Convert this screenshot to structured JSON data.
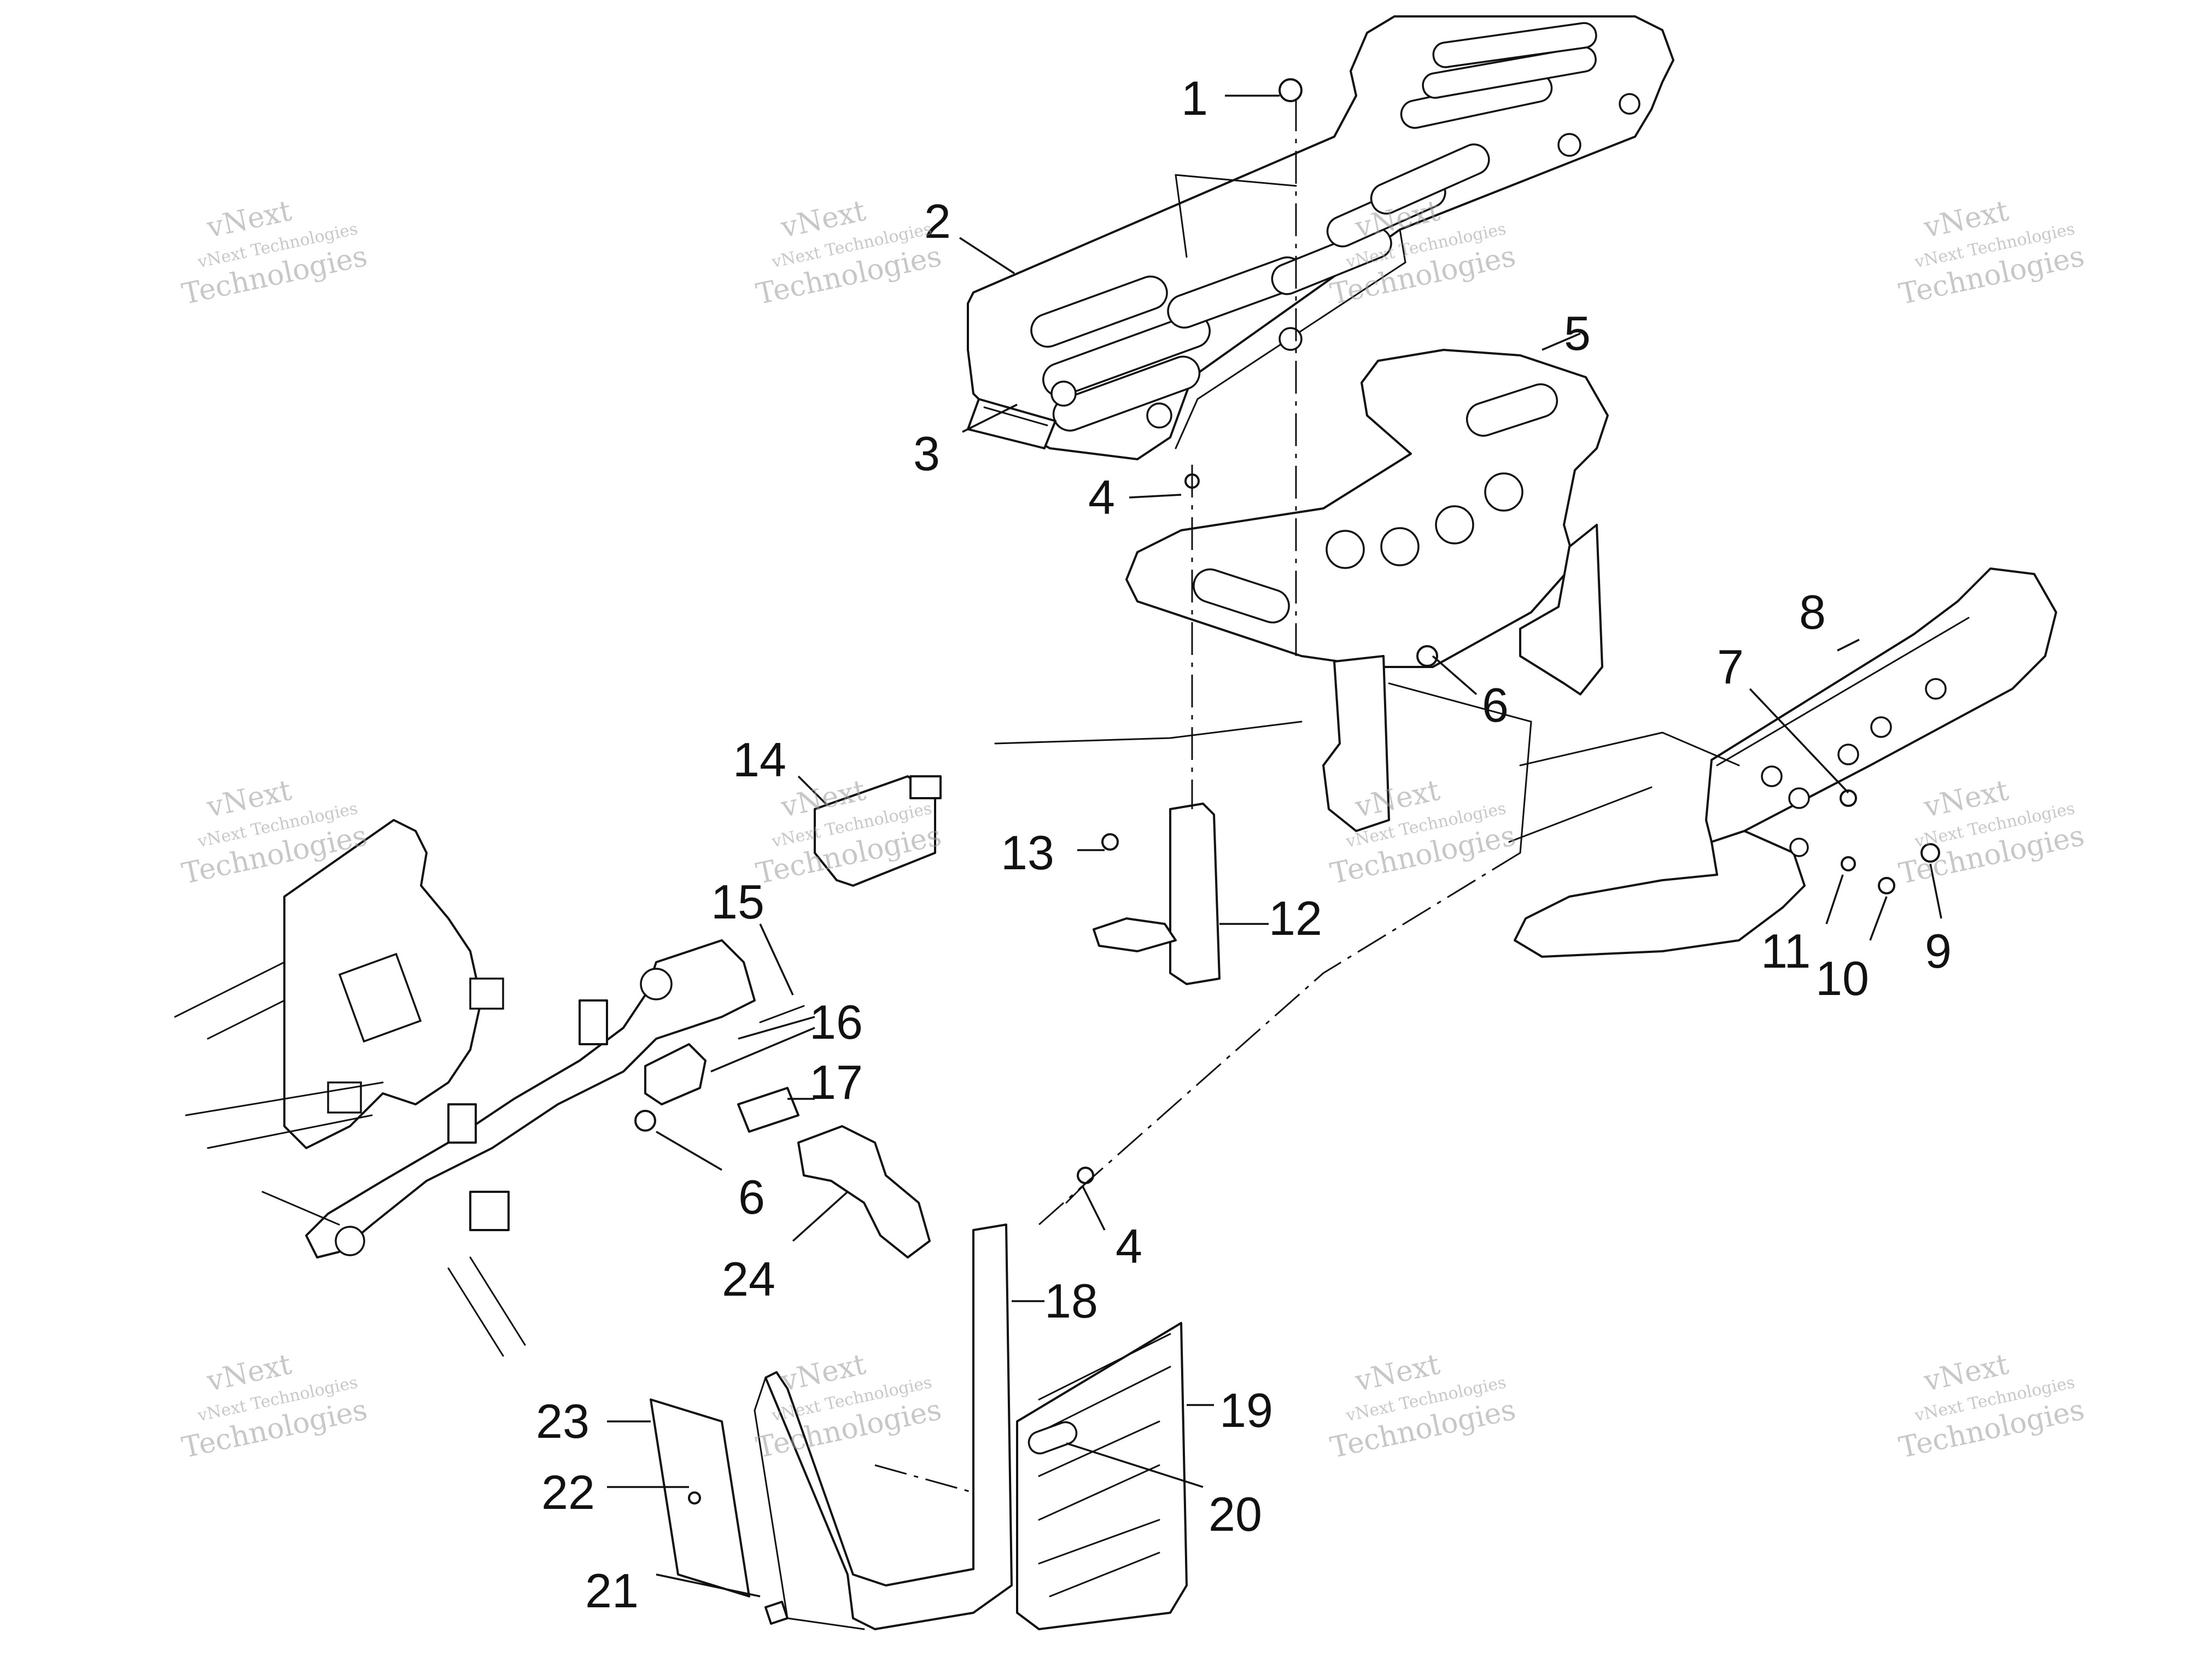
{
  "callouts": [
    {
      "id": "c1",
      "text": "1"
    },
    {
      "id": "c2",
      "text": "2"
    },
    {
      "id": "c3",
      "text": "3"
    },
    {
      "id": "c4a",
      "text": "4"
    },
    {
      "id": "c5",
      "text": "5"
    },
    {
      "id": "c6a",
      "text": "6"
    },
    {
      "id": "c7",
      "text": "7"
    },
    {
      "id": "c8",
      "text": "8"
    },
    {
      "id": "c9",
      "text": "9"
    },
    {
      "id": "c10",
      "text": "10"
    },
    {
      "id": "c11",
      "text": "11"
    },
    {
      "id": "c12",
      "text": "12"
    },
    {
      "id": "c13",
      "text": "13"
    },
    {
      "id": "c14",
      "text": "14"
    },
    {
      "id": "c15",
      "text": "15"
    },
    {
      "id": "c16",
      "text": "16"
    },
    {
      "id": "c17",
      "text": "17"
    },
    {
      "id": "c6b",
      "text": "6"
    },
    {
      "id": "c4b",
      "text": "4"
    },
    {
      "id": "c24",
      "text": "24"
    },
    {
      "id": "c18",
      "text": "18"
    },
    {
      "id": "c19",
      "text": "19"
    },
    {
      "id": "c20",
      "text": "20"
    },
    {
      "id": "c23",
      "text": "23"
    },
    {
      "id": "c22",
      "text": "22"
    },
    {
      "id": "c21",
      "text": "21"
    }
  ],
  "watermark": {
    "line1": "vNext",
    "line2": "vNext Technologies",
    "line3": "Technologies"
  }
}
